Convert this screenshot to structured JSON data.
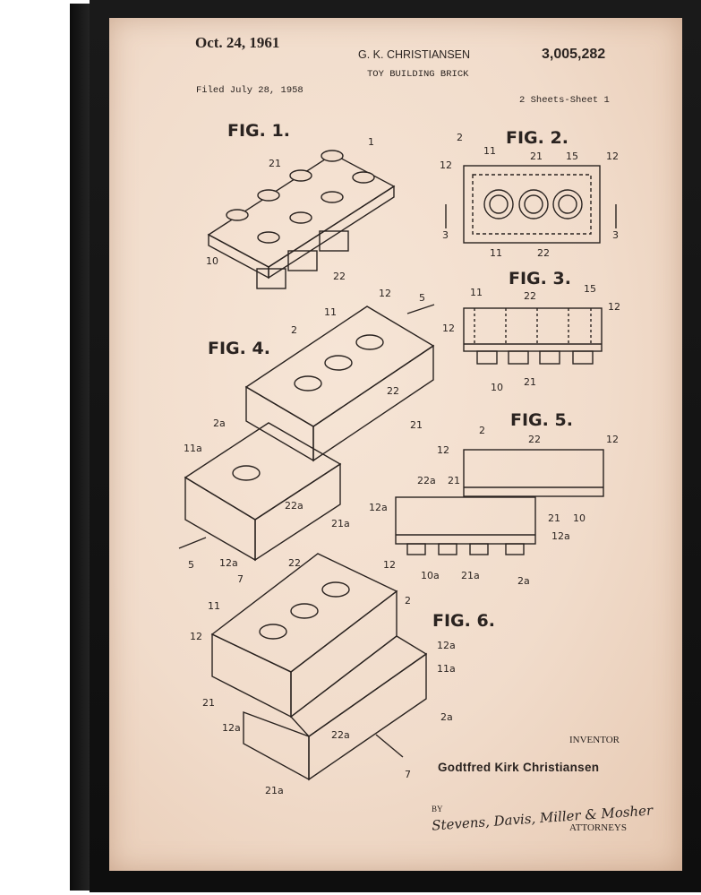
{
  "header": {
    "date": "Oct. 24, 1961",
    "inventor_short": "G. K. CHRISTIANSEN",
    "title": "TOY BUILDING BRICK",
    "patent_number": "3,005,282",
    "filed": "Filed July 28, 1958",
    "sheets": "2 Sheets-Sheet 1"
  },
  "figures": [
    "FIG. 1.",
    "FIG. 2.",
    "FIG. 3.",
    "FIG. 4.",
    "FIG. 5.",
    "FIG. 6."
  ],
  "numerals": {
    "fig1": [
      "1",
      "21",
      "10",
      "22"
    ],
    "fig2": [
      "2",
      "11",
      "21",
      "15",
      "12",
      "12",
      "3",
      "3",
      "11",
      "22"
    ],
    "fig3": [
      "11",
      "22",
      "15",
      "12",
      "12",
      "10",
      "21"
    ],
    "fig4": [
      "12",
      "5",
      "11",
      "2",
      "22",
      "21",
      "2a",
      "11a",
      "22a",
      "21a",
      "12a",
      "5"
    ],
    "fig5": [
      "2",
      "22",
      "12",
      "12",
      "22a",
      "21",
      "12a",
      "21",
      "10",
      "12a",
      "10a",
      "21a",
      "2a"
    ],
    "fig6": [
      "22",
      "12",
      "7",
      "11",
      "2",
      "12",
      "12a",
      "11a",
      "21",
      "12a",
      "22a",
      "2a",
      "21a",
      "7"
    ]
  },
  "footer": {
    "inventor_label": "INVENTOR",
    "inventor_name": "Godtfred Kirk Christiansen",
    "by": "BY",
    "attorneys_signature": "Stevens, Davis, Miller & Mosher",
    "attorneys_label": "ATTORNEYS"
  },
  "colors": {
    "paper": "#f1dccb",
    "ink": "#2a2320",
    "frame": "#111111"
  }
}
